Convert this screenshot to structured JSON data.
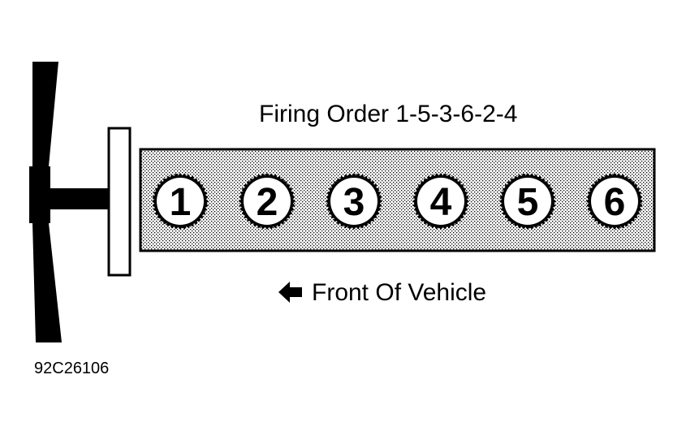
{
  "diagram": {
    "title": "Firing Order 1-5-3-6-2-4",
    "front_label": "Front Of Vehicle",
    "code": "92C26106",
    "cylinders": [
      "1",
      "2",
      "3",
      "4",
      "5",
      "6"
    ]
  }
}
